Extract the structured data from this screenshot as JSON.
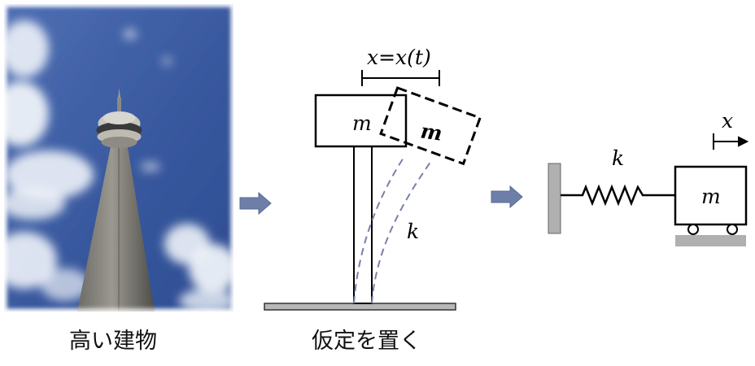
{
  "photo": {
    "caption": "高い建物",
    "subject": "tower-photo",
    "sky_color": "#3f5fa0"
  },
  "model": {
    "caption": "仮定を置く",
    "displacement_label": "x=x(t)",
    "mass_label": "m",
    "displaced_mass_label": "m",
    "stiffness_label": "k"
  },
  "spring_system": {
    "spring_label": "k",
    "mass_label": "m",
    "displacement_label": "x"
  },
  "colors": {
    "arrow": "#6d7fa8",
    "arrow_edge": "#5a6a90",
    "ground": "#b8b8b8",
    "dashed": "#7a80a8"
  }
}
